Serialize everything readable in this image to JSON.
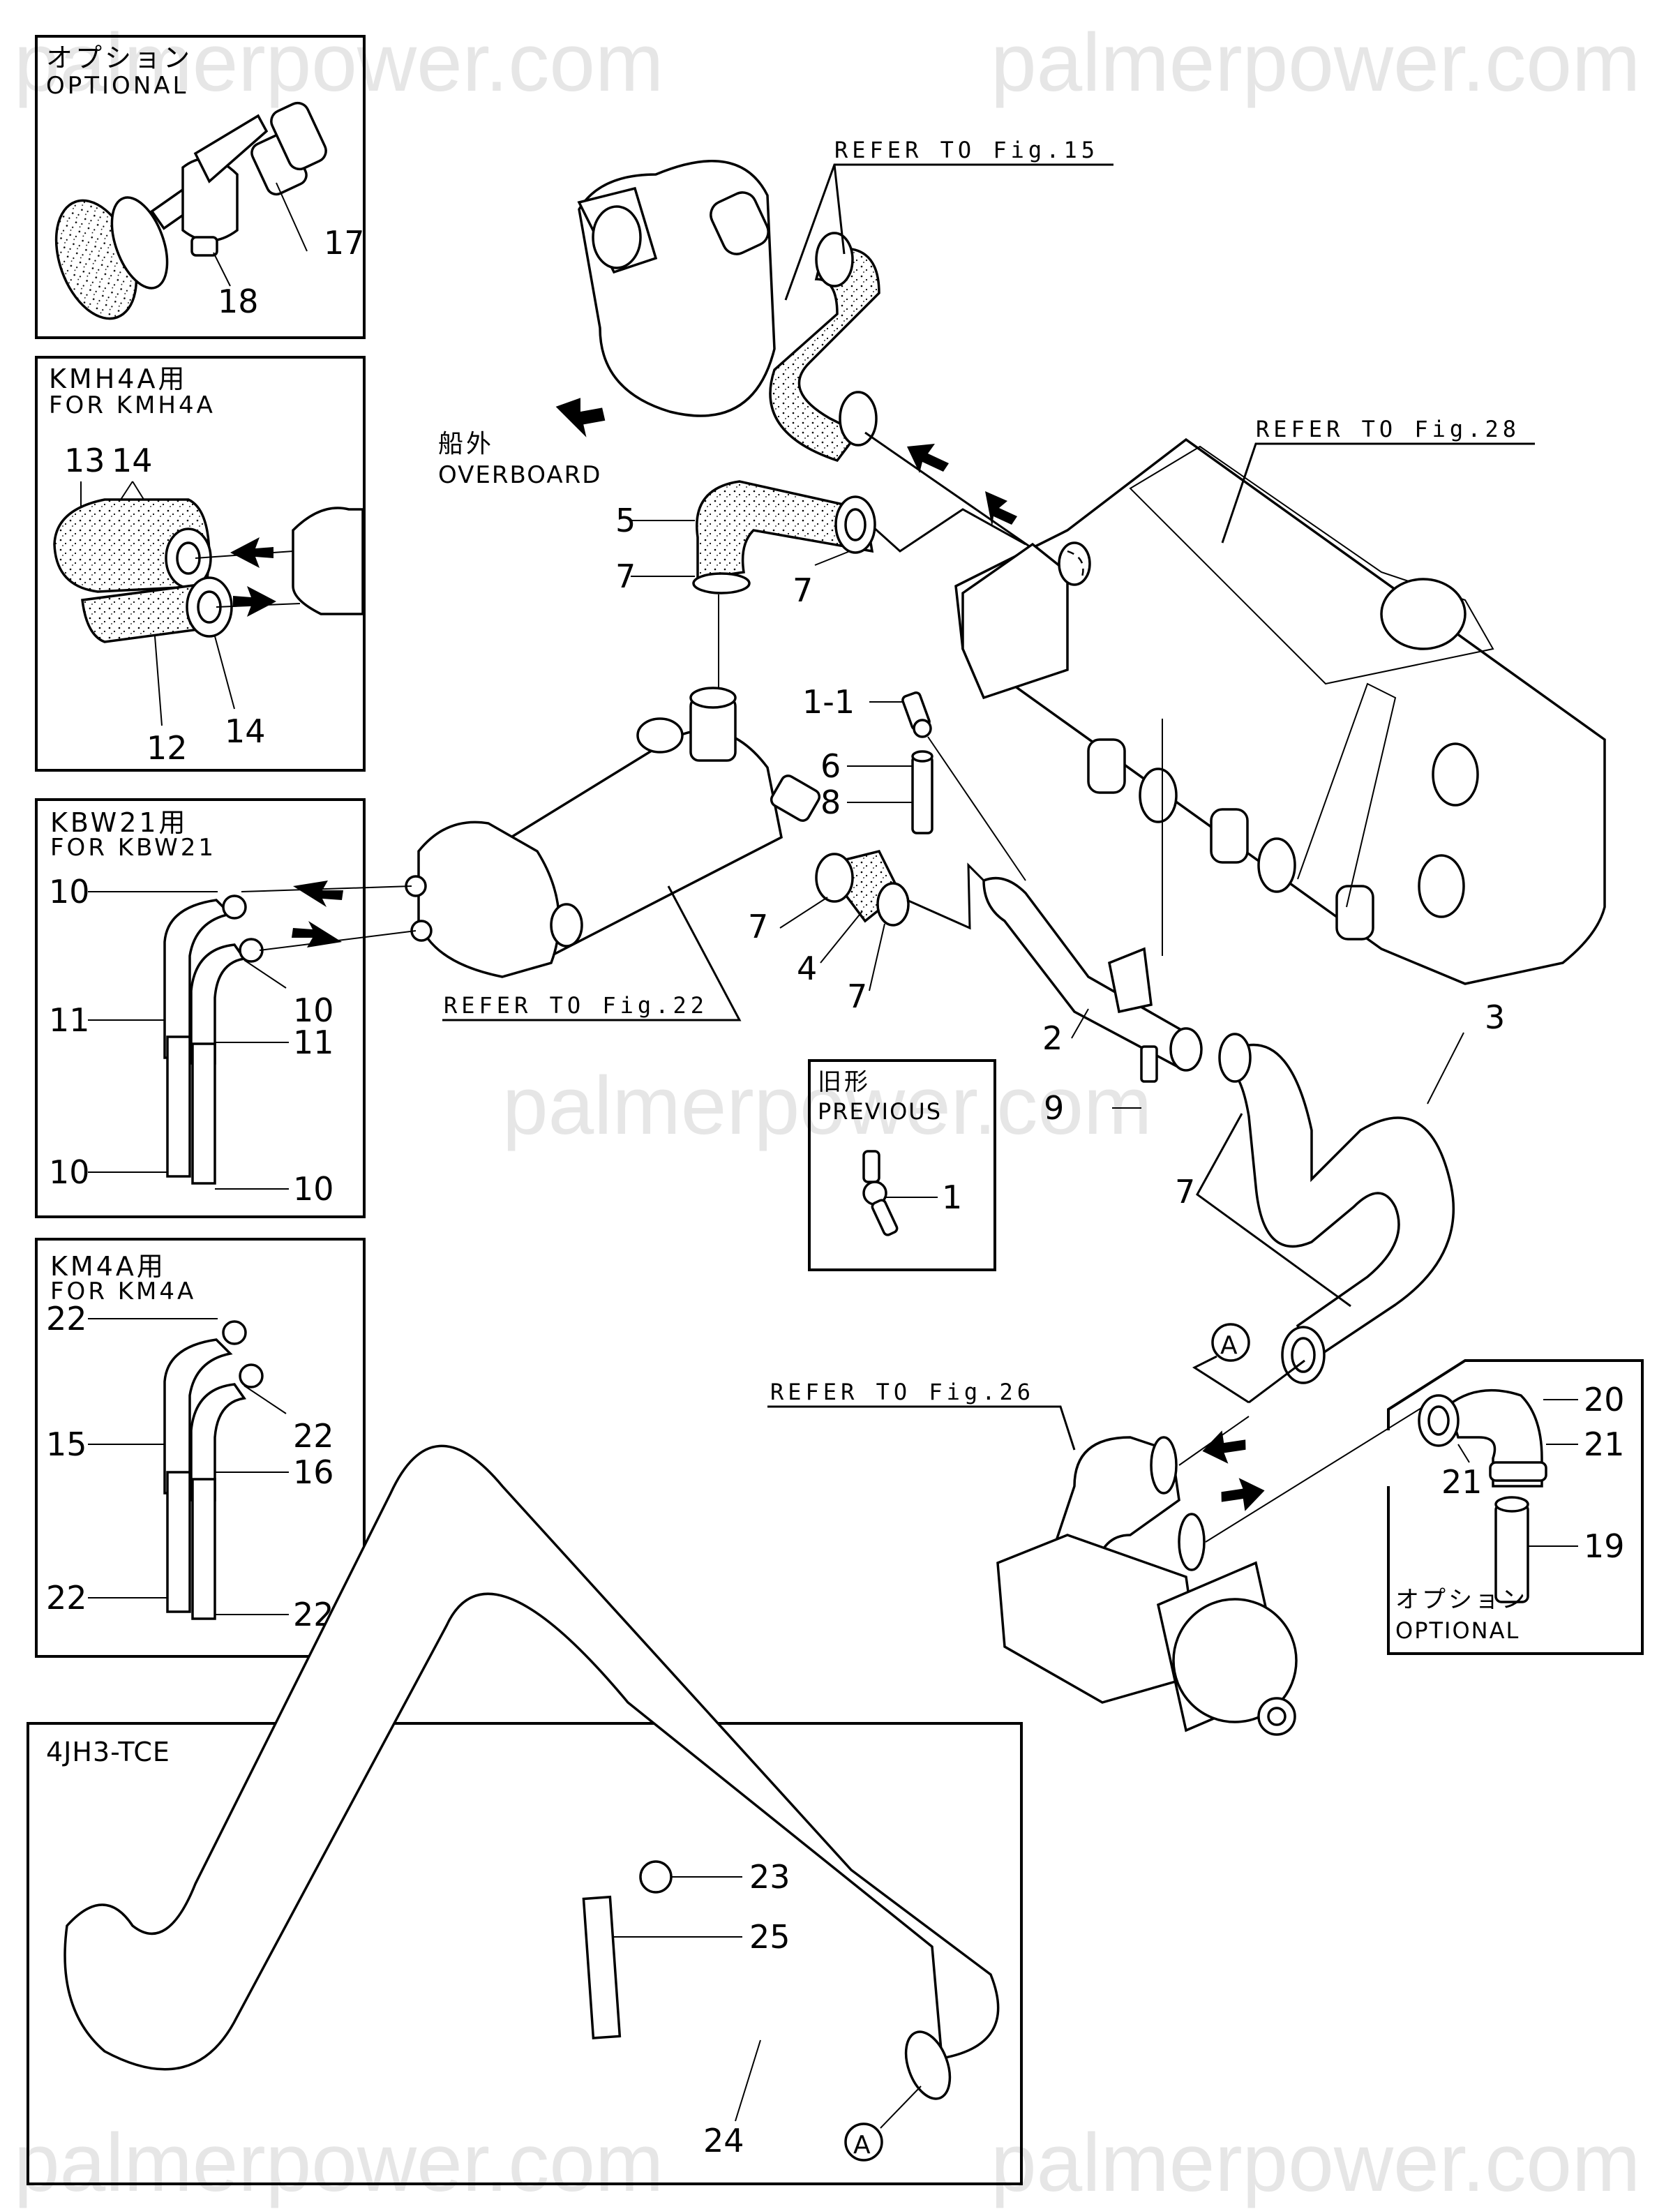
{
  "watermark": "palmerpower.com",
  "insets": {
    "optional_tap": {
      "title_jp": "オプション",
      "title_en": "OPTIONAL",
      "callouts": [
        "17",
        "18"
      ]
    },
    "kmh4a": {
      "title_jp": "KMH4A用",
      "title_en": "FOR KMH4A",
      "callouts": [
        "13",
        "14",
        "12",
        "14"
      ]
    },
    "kbw21": {
      "title_jp": "KBW21用",
      "title_en": "FOR KBW21",
      "callouts": [
        "10",
        "10",
        "11",
        "11",
        "10",
        "10"
      ]
    },
    "km4a": {
      "title_jp": "KM4A用",
      "title_en": "FOR KM4A",
      "callouts": [
        "22",
        "22",
        "15",
        "16",
        "22",
        "22"
      ]
    },
    "previous": {
      "title_jp": "旧形",
      "title_en": "PREVIOUS",
      "callouts": [
        "1"
      ]
    },
    "optional_elbow": {
      "title_jp": "オプション",
      "title_en": "OPTIONAL",
      "callouts": [
        "20",
        "21",
        "21",
        "19"
      ]
    },
    "tce": {
      "title": "4JH3-TCE",
      "callouts": [
        "23",
        "25",
        "24"
      ],
      "connector": "A"
    }
  },
  "references": {
    "fig15": "REFER TO Fig.15",
    "fig28": "REFER TO Fig.28",
    "fig22": "REFER TO Fig.22",
    "fig26": "REFER TO Fig.26"
  },
  "overboard": {
    "jp": "船外",
    "en": "OVERBOARD"
  },
  "main_callouts": [
    "5",
    "7",
    "7",
    "1-1",
    "6",
    "8",
    "7",
    "4",
    "7",
    "2",
    "9",
    "3",
    "7"
  ],
  "connector_main": "A"
}
